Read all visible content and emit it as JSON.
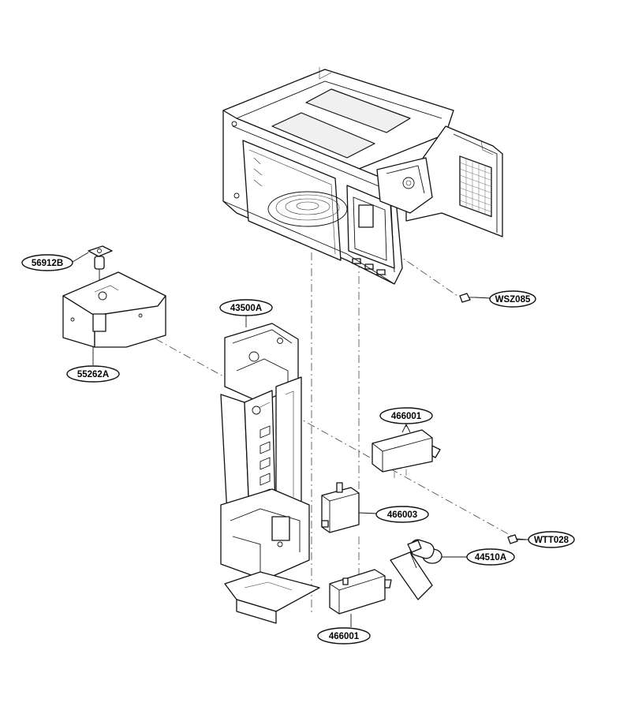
{
  "callouts": [
    {
      "id": "56912B",
      "label": "56912B"
    },
    {
      "id": "55262A",
      "label": "55262A"
    },
    {
      "id": "43500A",
      "label": "43500A"
    },
    {
      "id": "WSZ085",
      "label": "WSZ085"
    },
    {
      "id": "466001_top",
      "label": "466001"
    },
    {
      "id": "466003",
      "label": "466003"
    },
    {
      "id": "WTT028",
      "label": "WTT028"
    },
    {
      "id": "44510A",
      "label": "44510A"
    },
    {
      "id": "466001_bottom",
      "label": "466001"
    }
  ]
}
